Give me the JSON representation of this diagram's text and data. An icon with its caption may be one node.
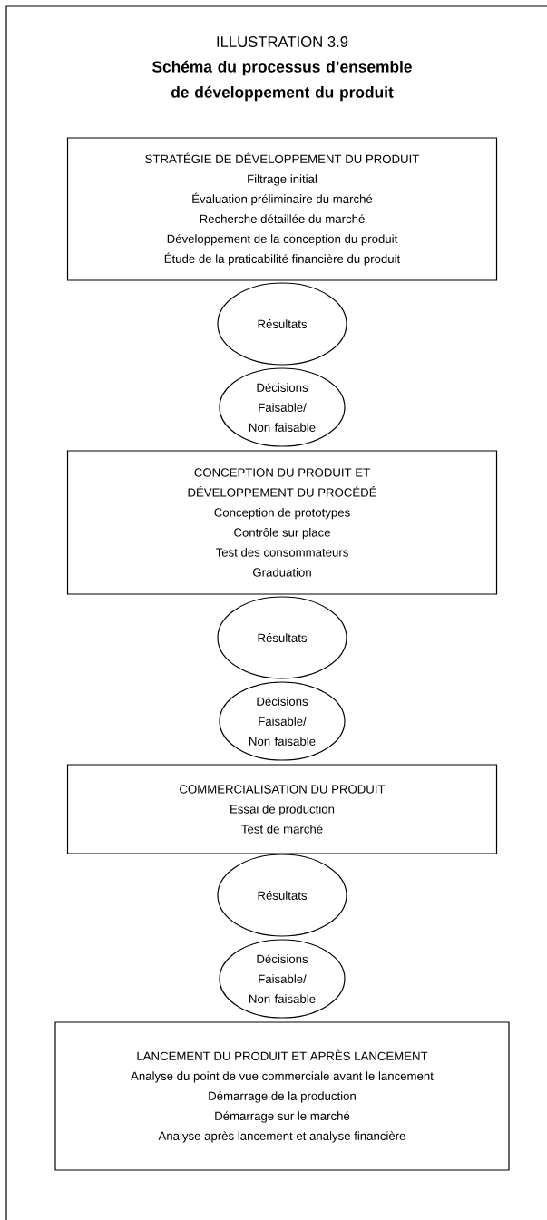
{
  "diagram": {
    "title": "Schéma du processus d’ensemble de développement du produit",
    "labels": [
      "ILLUSTRATION 3.9"
    ],
    "nodes": [
      {
        "text": [
          "STRATÉGIE DE DÉVELOPPEMENT DU PRODUIT",
          "Filtrage initial",
          "Évaluation préliminaire du marché",
          "Recherche détaillée du marché",
          "Développement de la conception du produit",
          "Étude de la praticabilité financière du produit"
        ]
      },
      {
        "text": [
          "Résultats"
        ]
      },
      {
        "text": [
          "Décisions Faisable/ Non faisable"
        ]
      },
      {
        "text": [
          "CONCEPTION DU PRODUIT ET DÉVELOPPEMENT DU PROCÉDÉ",
          "Conception de prototypes",
          "Contrôle sur place",
          "Test des consommateurs",
          "Graduation"
        ]
      },
      {
        "text": [
          "Résultats"
        ]
      },
      {
        "text": [
          "Décisions Faisable/ Non faisable"
        ]
      },
      {
        "text": [
          "COMMERCIALISATION DU PRODUIT",
          "Essai de production",
          "Test de marché"
        ]
      },
      {
        "text": [
          "Résultats"
        ]
      },
      {
        "text": [
          "Décisions Faisable/ Non faisable"
        ]
      },
      {
        "text": [
          "LANCEMENT DU PRODUIT ET APRÈS LANCEMENT",
          "Analyse du point de vue commerciale avant le lancement",
          "Démarrage de la production",
          "Démarrage sur le marché",
          "Analyse après lancement et analyse financière"
        ]
      }
    ]
  }
}
